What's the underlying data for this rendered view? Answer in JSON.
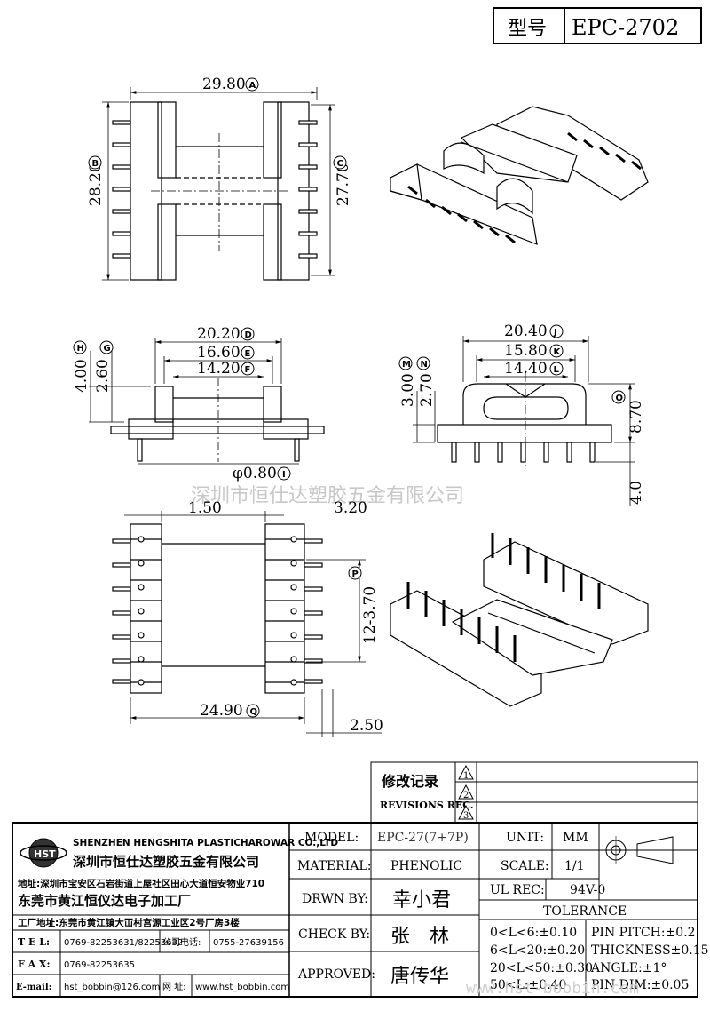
{
  "header": {
    "type_label": "型号",
    "model": "EPC-2702"
  },
  "watermark": "深圳市恒仕达塑胶五金有限公司",
  "watermark_url": "www.hst-bobbin.com",
  "dimensions": {
    "A": {
      "value": "29.80",
      "tag": "A"
    },
    "B": {
      "value": "28.20",
      "tag": "B"
    },
    "C": {
      "value": "27.70",
      "tag": "C"
    },
    "D": {
      "value": "20.20",
      "tag": "D"
    },
    "E": {
      "value": "16.60",
      "tag": "E"
    },
    "F": {
      "value": "14.20",
      "tag": "F"
    },
    "G": {
      "value": "2.60",
      "tag": "G"
    },
    "H": {
      "value": "4.00",
      "tag": "H"
    },
    "I": {
      "value": "φ0.80",
      "tag": "I"
    },
    "J": {
      "value": "20.40",
      "tag": "J"
    },
    "K": {
      "value": "15.80",
      "tag": "K"
    },
    "L": {
      "value": "14.40",
      "tag": "L"
    },
    "M": {
      "value": "3.00",
      "tag": "M"
    },
    "N": {
      "value": "2.70",
      "tag": "N"
    },
    "O": {
      "value": "8.70",
      "tag": "O"
    },
    "P": {
      "value": "12-3.70",
      "tag": "P"
    },
    "Q": {
      "value": "24.90",
      "tag": "Q"
    },
    "pin_len": "4.0",
    "left_gap": "1.50",
    "right_gap": "3.20",
    "bottom_right": "2.50"
  },
  "revisions": {
    "title_cn": "修改记录",
    "title_en": "REVISIONS REC.",
    "marks": [
      "1",
      "2",
      "3"
    ]
  },
  "company": {
    "logo": "HST",
    "name_en": "SHENZHEN HENGSHITA PLASTICHAROWAR CO.,LTD",
    "name_cn": "深圳市恒仕达塑胶五金有限公司",
    "address": "地址:深圳市宝安区石岩街道上屋社区田心大道恒安物业710",
    "factory": "东莞市黄江恒仪达电子加工厂",
    "factory_address": "工厂地址:东莞市黄江镇大冚村宫源工业区2号厂房3楼",
    "tel_label": "T E L:",
    "tel": "0769-82253631/82253632",
    "company_tel_label": "公司电话:",
    "company_tel": "0755-27639156",
    "fax_label": "F A X:",
    "fax": "0769-82253635",
    "email_label": "E-mail:",
    "email": "hst_bobbin@126.com",
    "web_label": "网 址:",
    "web": "www.hst_bobbin.com"
  },
  "title_block": {
    "model_label": "MODEL:",
    "model_value": "EPC-27(7+7P)",
    "material_label": "MATERIAL:",
    "material_value": "PHENOLIC",
    "drawn_label": "DRWN BY:",
    "drawn_value": "幸小君",
    "check_label": "CHECK BY:",
    "check_value": "张　林",
    "approved_label": "APPROVED:",
    "approved_value": "唐传华",
    "unit_label": "UNIT:",
    "unit_value": "MM",
    "scale_label": "SCALE:",
    "scale_value": "1/1",
    "ul_label": "UL REC:",
    "ul_value": "94V-0",
    "tolerance_label": "TOLERANCE",
    "tol": [
      "0<L<6:±0.10",
      "6<L<20:±0.20",
      "20<L<50:±0.30",
      "50<L:±0.40"
    ],
    "pin_pitch": "PIN PITCH:±0.2",
    "thickness": "THICKNESS±0.15",
    "angle": "ANGLE:±1°",
    "pin_dim": "PIN DIM:±0.05"
  }
}
